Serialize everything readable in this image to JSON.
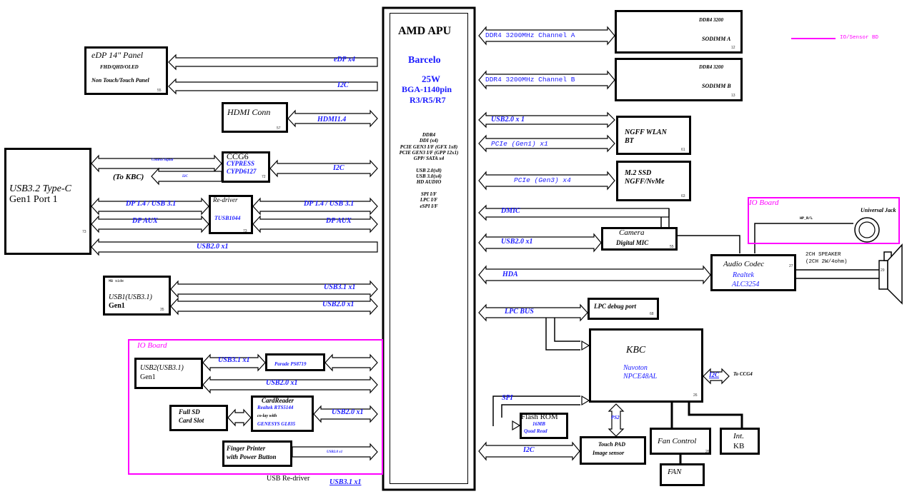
{
  "apu": {
    "title": "AMD APU",
    "codename": "Barcelo",
    "tdp": "25W",
    "package": "BGA-1140pin",
    "sku": "R3/R5/R7",
    "features": [
      "DDR4",
      "DDI (x4)",
      "PCIE GEN3 I/F (GFX 1x8)",
      "PCIE GEN3 I/F (GPP 12x1)",
      "GPP/ SATA x4",
      "",
      "USB 2.0(x8)",
      "USB 3.0(x4)",
      "HD AUDIO",
      "",
      "SPI I/F",
      "LPC I/F",
      "eSPI I/F"
    ]
  },
  "legend": {
    "label": "IO/Sensor BD",
    "color": "#ff00ff"
  },
  "left": {
    "edp": {
      "title": "eDP 14\" Panel",
      "sub": "FHD/QHD/OLED",
      "sub2": "Non Touch/Touch Panel",
      "page": "55",
      "bus1": "eDP x4",
      "bus2": "I2C"
    },
    "hdmi": {
      "title": "HDMI Conn",
      "page": "57",
      "bus": "HDMI1.4"
    },
    "typec": {
      "title": "USB3.2  Type-C",
      "title2": "Gen1 Port 1",
      "page": "73"
    },
    "ccg": {
      "title": "CCG6",
      "vendor": "CYPRESS",
      "part": "CYPD6127",
      "page": "72",
      "bus_ctrl": "Control Signal",
      "bus_i2c_small": "I2C",
      "to_kbc": "(To KBC)",
      "bus_i2c": "I2C"
    },
    "redriver": {
      "title": "Re-driver",
      "part": "TUSB1044",
      "page": "73",
      "bus_dp_left": "DP 1.4 / USB 3.1",
      "bus_aux_left": "DP AUX",
      "bus_dp_right": "DP 1.4 / USB 3.1",
      "bus_aux_right": "DP AUX"
    },
    "typec_usb2": "USB2.0 x1",
    "usb1": {
      "note": "MB side",
      "title": "USB1(USB3.1)",
      "title2": "Gen1",
      "page": "35",
      "bus1": "USB3.1 x1",
      "bus2": "USB2.0 x1"
    },
    "ioboard": {
      "label": "IO Board",
      "usb2": {
        "title": "USB2(USB3.1)",
        "title2": "Gen1",
        "bus1": "USB3.1 x1",
        "bus2": "USB2.0 x1"
      },
      "parade": "Parade PS8719",
      "sd": {
        "title": "Full SD",
        "title2": "Card Slot"
      },
      "cardreader": {
        "title": "CardReader",
        "part1": "Realtek RTS5144",
        "colay": "co-lay with",
        "part2": "GENESYS GL835",
        "bus": "USB2.0 x1"
      },
      "finger": {
        "title": "Finger Printer",
        "title2": "with Power Button",
        "bus": "USB2.0 x1"
      }
    },
    "bottom_note": "USB Re-driver",
    "bottom_bus": "USB3.1 x1"
  },
  "right": {
    "dimm_a": {
      "bus": "DDR4 3200MHz Channel A",
      "speed": "DDR4  3200",
      "name": "SODIMM A",
      "page": "12"
    },
    "dimm_b": {
      "bus": "DDR4 3200MHz Channel B",
      "speed": "DDR4  3200",
      "name": "SODIMM B",
      "page": "13"
    },
    "wlan": {
      "title": "NGFF WLAN",
      "title2": "BT",
      "page": "61",
      "bus1": "USB2.0 x 1",
      "bus2": "PCIe  (Gen1)  x1"
    },
    "ssd": {
      "title": "M.2 SSD",
      "title2": "NGFF/NvMe",
      "page": "63",
      "bus": "PCIe  (Gen3)  x4"
    },
    "camera": {
      "title": "Camera",
      "title2": "Digital MIC",
      "page": "55",
      "bus_dmic": "DMIC",
      "bus_usb": "USB2.0 x1"
    },
    "ioboard": {
      "label": "IO Board",
      "jack": "Universal Jack",
      "hp": "HP_R/L"
    },
    "codec": {
      "title": "Audio Codec",
      "vendor": "Realtek",
      "part": "ALC3254",
      "page": "27",
      "bus": "HDA"
    },
    "speaker": {
      "label": "2CH  SPEAKER",
      "label2": "(2CH  2W/4ohm)",
      "page": "29"
    },
    "lpc": {
      "title": "LPC debug  port",
      "page": "68",
      "bus": "LPC BUS"
    },
    "kbc": {
      "title": "KBC",
      "vendor": "Nuvoton",
      "part": "NPCE48AL",
      "page": "26",
      "bus_i2c": "I2C",
      "to_ccg": "To CCG4"
    },
    "flash": {
      "title": "Flash ROM",
      "size": "16MB",
      "mode": "Quad Read",
      "bus": "SPI"
    },
    "touchpad": {
      "title": "Touch PAD",
      "title2": "Image sensor",
      "bus": "I2C",
      "ps2": "PS2"
    },
    "fan_control": {
      "title": "Fan Control",
      "page": "26"
    },
    "fan": {
      "title": "FAN"
    },
    "intkb": {
      "title": "Int.",
      "title2": "KB"
    }
  }
}
